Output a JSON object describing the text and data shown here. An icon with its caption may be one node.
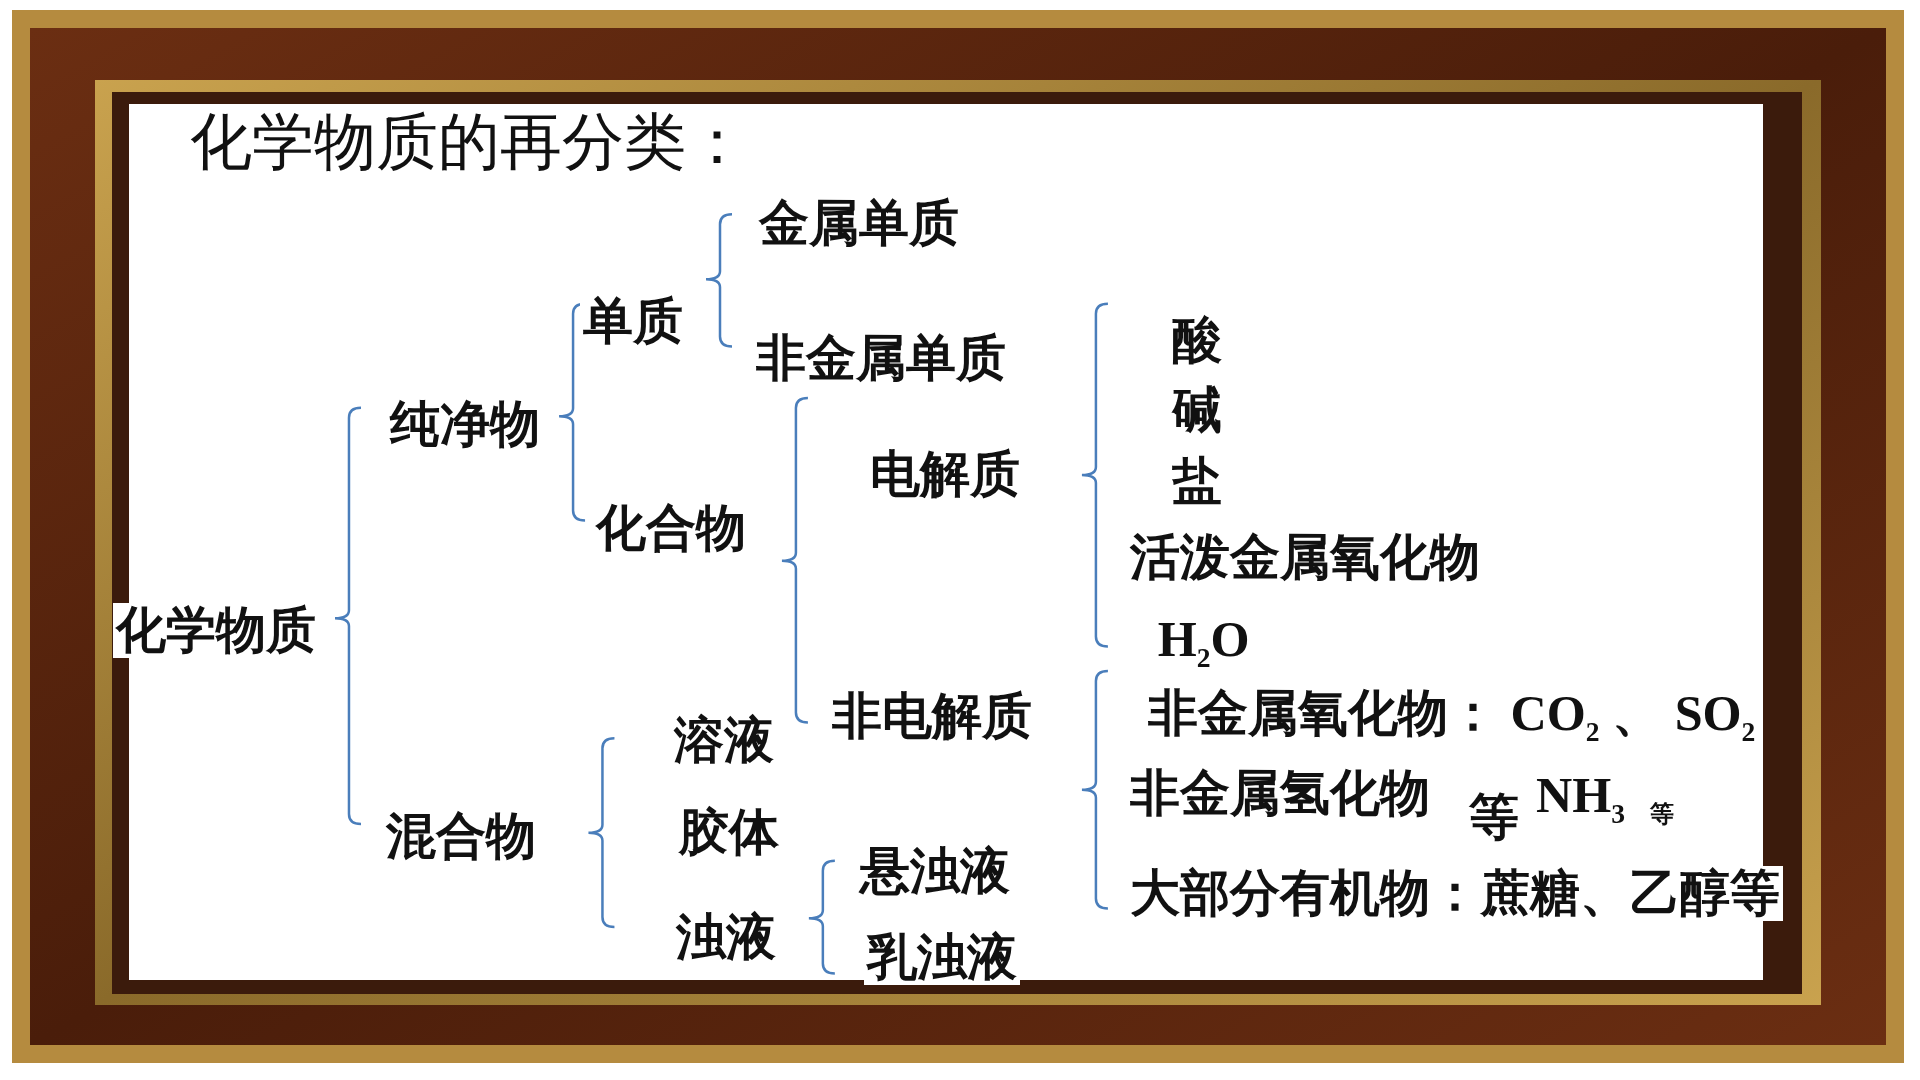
{
  "diagram": {
    "title": "化学物质的再分类：",
    "labels": [
      "金属单质",
      "单质",
      "酸",
      "非金属单质",
      "碱",
      "纯净物",
      "电解质",
      "盐",
      "化合物",
      "活泼金属氧化物",
      "化学物质",
      "H$_{2}$O",
      "非金属氧化物： CO$_{2}$ 、 SO$_{2}$",
      "非电解质",
      "溶液",
      "非金属氢化物",
      "等",
      "NH$_{3}$",
      "等",
      "混合物",
      "胶体",
      "悬浊液",
      "大部分有机物：蔗糖、乙醇等",
      "浊液",
      "乳浊液"
    ]
  }
}
